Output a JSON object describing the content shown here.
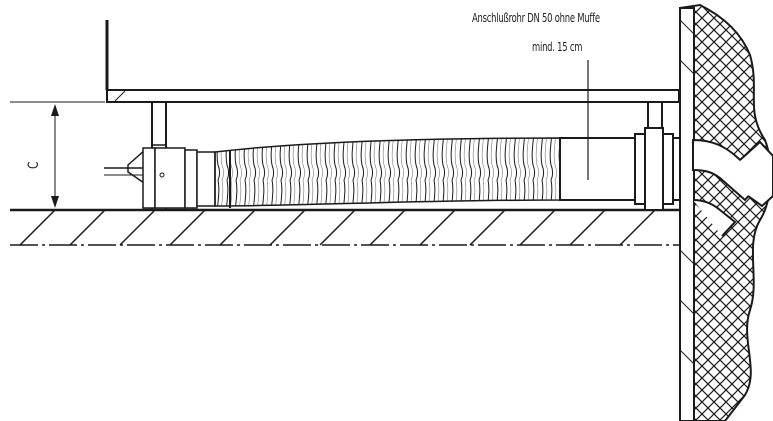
{
  "annotation": {
    "line1": "Anschlußrohr DN 50 ohne Muffe",
    "line2": "mind. 15 cm"
  },
  "dimension": {
    "label": "C"
  },
  "colors": {
    "stroke": "#1a1a1a",
    "background": "#ffffff"
  }
}
